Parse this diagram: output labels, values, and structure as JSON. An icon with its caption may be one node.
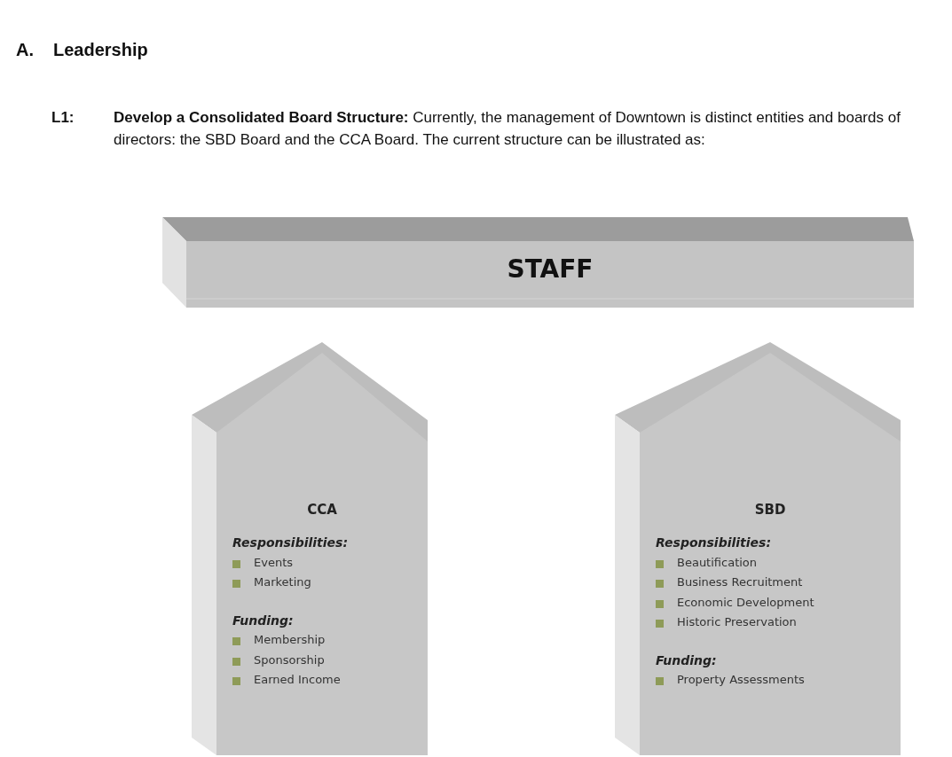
{
  "diagram": {
    "nodes": [
      {
        "text": [
          "STAFF"
        ]
      },
      {
        "text": [
          "CCA",
          "Responsibilities:",
          "Events",
          "Marketing",
          "Funding:",
          "Membership",
          "Sponsorship",
          "Earned Income"
        ]
      },
      {
        "text": [
          "SBD",
          "Responsibilities:",
          "Beautification",
          "Business Recruitment",
          "Economic Development",
          "Historic Preservation",
          "Funding:",
          "Property Assessments"
        ]
      }
    ],
    "labels": [
      "A.",
      "Leadership",
      "L1:",
      "**Develop a Consolidated Board Structure:** Currently, the management of Downtown is distinct entities and boards of directors: the SBD Board and the CCA Board. The current structure can be illustrated as:"
    ]
  }
}
